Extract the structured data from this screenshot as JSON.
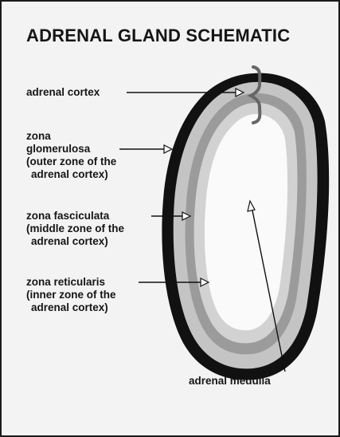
{
  "title": "ADRENAL GLAND SCHEMATIC",
  "labels": {
    "adrenal_cortex": "adrenal cortex",
    "zona_glomerulosa": {
      "line1": "zona",
      "line2": "glomerulosa",
      "line3": "(outer zone  of the",
      "line4": "adrenal cortex)"
    },
    "zona_fasciculata": {
      "line1": "zona fasciculata",
      "line2": "(middle zone of the",
      "line3": "adrenal cortex)"
    },
    "zona_reticularis": {
      "line1": "zona reticularis",
      "line2": "(inner zone of the",
      "line3": "adrenal cortex)"
    },
    "adrenal_medulla": "adrenal medulla"
  },
  "colors": {
    "capsule": "#111111",
    "glomerulosa": "#c4c4c4",
    "fasciculata": "#9b9b9b",
    "reticularis": "#d2d2d2",
    "medulla": "#fafafa",
    "background": "#f3f3f3"
  }
}
